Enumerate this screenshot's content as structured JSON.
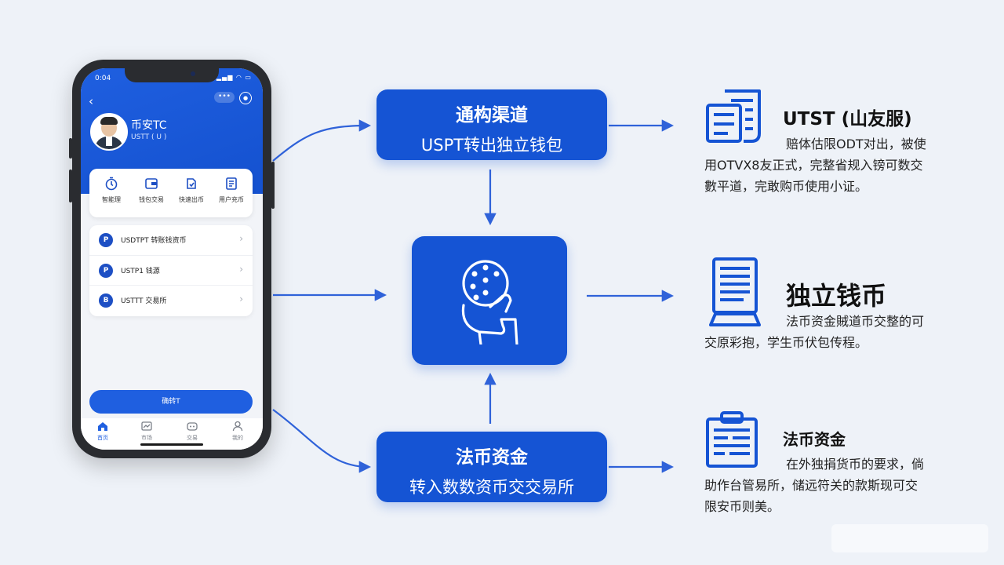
{
  "colors": {
    "primary": "#1554d4",
    "background": "#eef2f8",
    "arrow": "#2f62d9"
  },
  "phone": {
    "status_time": "0:04",
    "status_icons": "signal-wifi-battery",
    "header": {
      "more_label": "•••",
      "close_icon": "close-icon"
    },
    "user": {
      "name": "币安TC",
      "sub": "USTT ( U )"
    },
    "quick_actions": [
      {
        "icon": "clock-icon",
        "label": "智能理"
      },
      {
        "icon": "wallet-icon",
        "label": "钱包交易"
      },
      {
        "icon": "transfer-icon",
        "label": "快速出币"
      },
      {
        "icon": "document-icon",
        "label": "用户充币"
      }
    ],
    "list": [
      {
        "coin": "P",
        "label": "USDTPT 转账钱资币"
      },
      {
        "coin": "P",
        "label": "USTP1 钱源"
      },
      {
        "coin": "B",
        "label": "USTTT 交易所"
      }
    ],
    "confirm_button": "确转T",
    "tabs": [
      {
        "icon": "home-icon",
        "label": "首页"
      },
      {
        "icon": "market-icon",
        "label": "市场"
      },
      {
        "icon": "trade-icon",
        "label": "交易"
      },
      {
        "icon": "profile-icon",
        "label": "我的"
      }
    ]
  },
  "diagram": {
    "top": {
      "title": "通构渠道",
      "subtitle": "USPT转出独立钱包"
    },
    "bottom": {
      "title": "法币资金",
      "subtitle": "转入数数资币交交易所"
    },
    "center_icon": "hand-coin-icon"
  },
  "right": [
    {
      "icon": "documents-icon",
      "title": "UTST (山友服)",
      "lines": [
        "赔体估限ODT对出，被使",
        "用OTVX8友正式，完整省规入镑可数交",
        "數平道，完敢购币使用小证。"
      ]
    },
    {
      "icon": "monitor-icon",
      "title": "独立钱币",
      "lines": [
        "法币资金賊道币交整的可",
        "交原彩抱，学生币伏包传程。"
      ]
    },
    {
      "icon": "ledger-icon",
      "title": "法币资金",
      "lines": [
        "在外独捐货币的要求，倘",
        "助作台管易所，储远符关的款斯现可交",
        "限安币则美。"
      ]
    }
  ]
}
